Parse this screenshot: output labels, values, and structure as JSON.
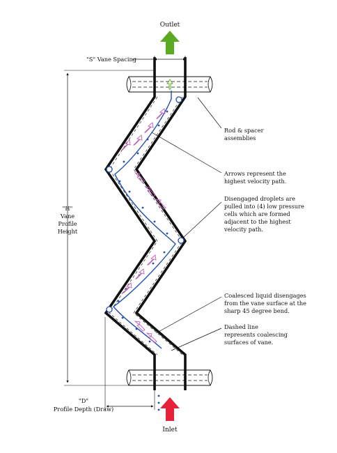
{
  "labels": {
    "outlet": "Outlet",
    "inlet": "Inlet",
    "vane_spacing": "\"S\" Vane Spacing",
    "height": [
      "\"H\"",
      "Vane",
      "Profile",
      "Height"
    ],
    "depth": [
      "\"D\"",
      "Profile Depth (Draw)"
    ]
  },
  "callouts": [
    {
      "id": "rod-spacer",
      "lines": [
        "Rod & spacer",
        "assemblies"
      ]
    },
    {
      "id": "arrows-velocity",
      "lines": [
        "Arrows represent the",
        "highest velocity path."
      ]
    },
    {
      "id": "disengaged-droplets",
      "lines": [
        "Disengaged droplets are",
        "pulled into (4) low pressure",
        "cells which are formed",
        "adjacent to the highest",
        "velocity path."
      ]
    },
    {
      "id": "coalesced-liquid",
      "lines": [
        "Coalesced liquid disengages",
        "from the vane surface at the",
        "sharp 45 degree bend."
      ]
    },
    {
      "id": "dashed-line",
      "lines": [
        "Dashed line",
        "represents coalescing",
        "surfaces of vane."
      ]
    }
  ],
  "colors": {
    "outlet_arrow": "#5aaa22",
    "inlet_arrow": "#e8213a",
    "vane": "#111111",
    "flow": "#1f4fb0",
    "velocity_arrows": "#c060b8"
  }
}
